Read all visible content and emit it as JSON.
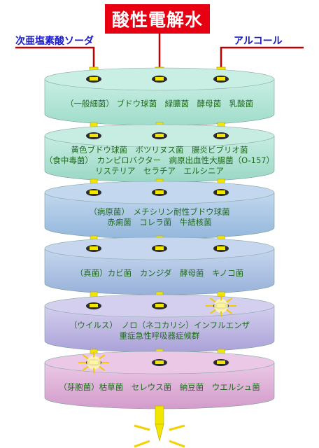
{
  "title": "酸性電解水",
  "left_label": "次亜塩素酸ソーダ",
  "right_label": "アルコール",
  "colors": {
    "title_bg": "#e60012",
    "label_text": "#1a1acc",
    "leader_line": "#c00000",
    "rod": "#f2e600",
    "disc_text": "#1f6b1f"
  },
  "layers": [
    {
      "id": "general",
      "top": "#c9efe4",
      "side": "#9fdcc9",
      "lines": [
        "（一般細菌） ブドウ球菌　緑膿菌　酵母菌　乳酸菌"
      ]
    },
    {
      "id": "food-poisoning",
      "top": "#c7ede2",
      "side": "#9ad7c5",
      "lines": [
        "黄色ブドウ球菌　ボツリヌス菌　腸炎ビブリオ菌",
        "（食中毒菌）　カンピロバクター　病原出血性大腸菌（O-157）",
        "リステリア　セラチア　エルシニア"
      ]
    },
    {
      "id": "pathogenic",
      "top": "#c3d8ee",
      "side": "#93b7dc",
      "lines": [
        "（病原菌）　メチシリン耐性ブドウ球菌",
        "赤痢菌　コレラ菌　牛結核菌"
      ]
    },
    {
      "id": "fungi",
      "top": "#c6d6ee",
      "side": "#98b1da",
      "lines": [
        "（真菌）カビ菌　カンジダ　酵母菌　キノコ菌"
      ]
    },
    {
      "id": "virus",
      "top": "#d4cfee",
      "side": "#aaa2d8",
      "lines": [
        "（ウイルス）　ノロ（ネコカリシ）インフルエンザ",
        "重症急性呼吸器症候群"
      ]
    },
    {
      "id": "spore",
      "top": "#ebc9e6",
      "side": "#d39ccb",
      "lines": [
        "（芽胞菌）枯草菌　セレウス菌　納豆菌　ウエルシュ菌"
      ]
    }
  ]
}
